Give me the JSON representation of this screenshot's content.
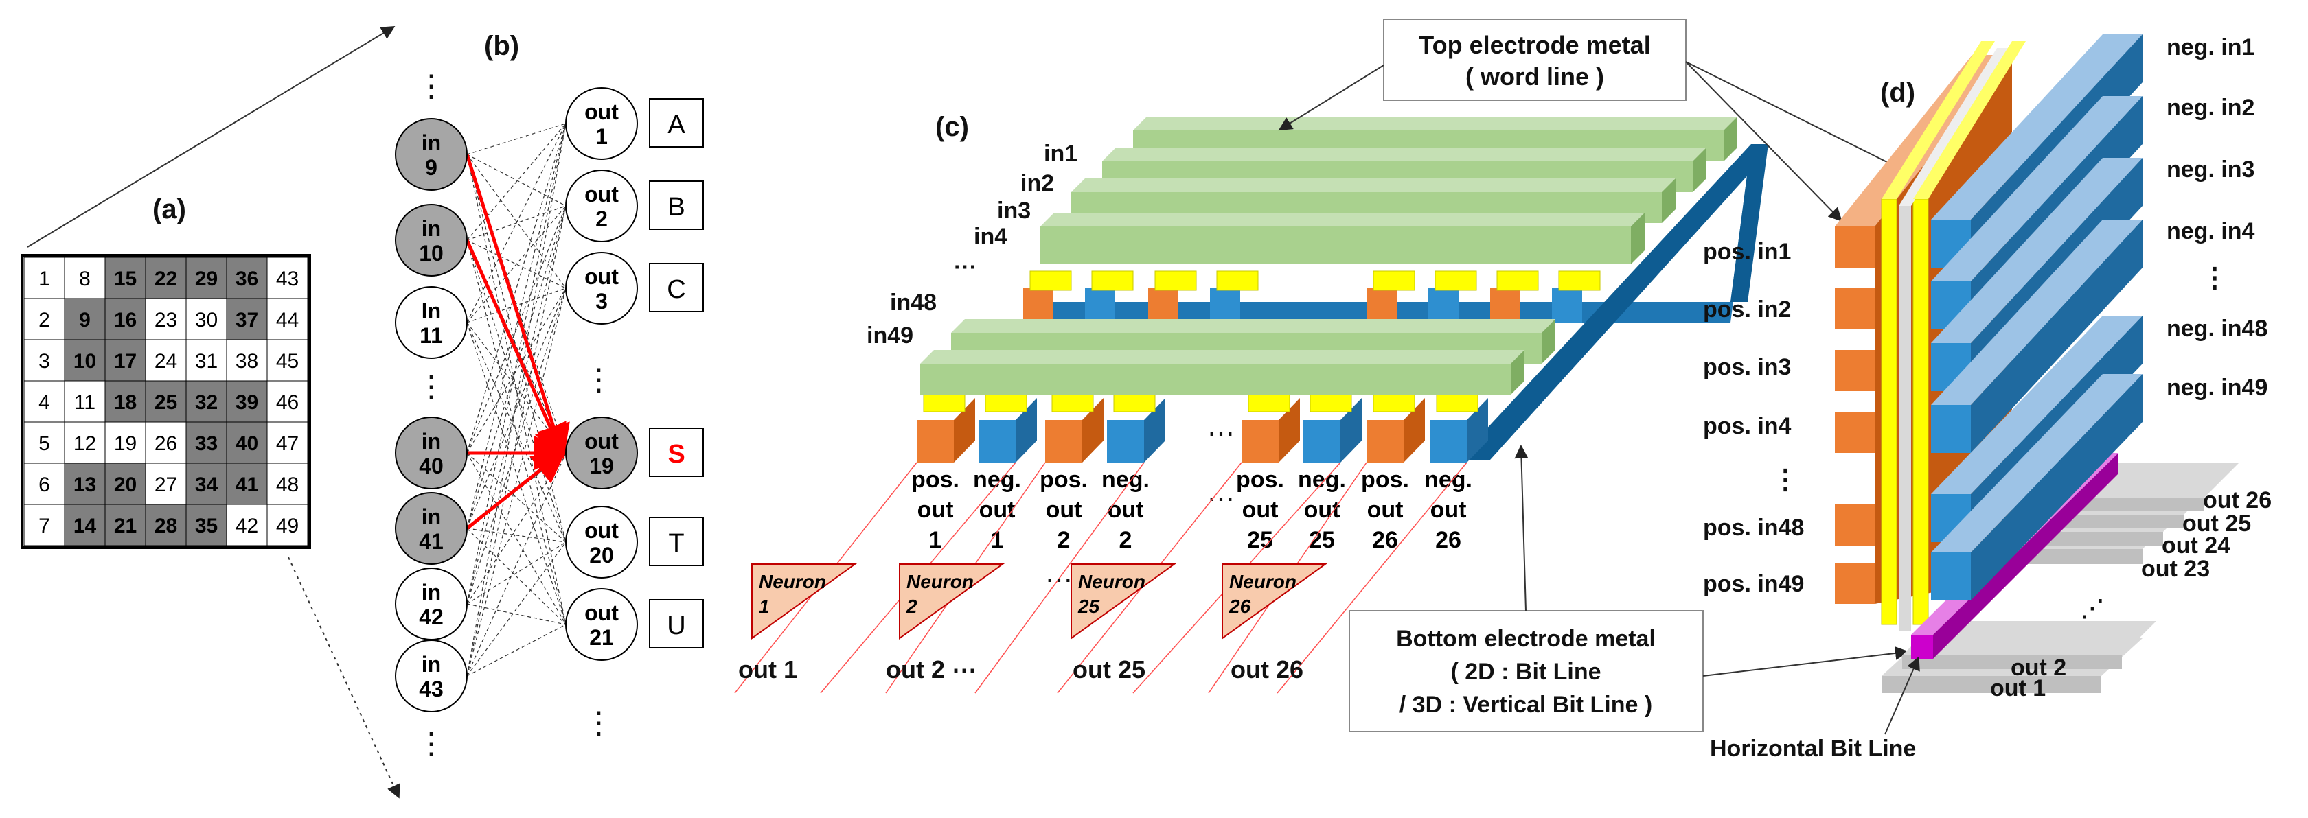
{
  "panels": {
    "a": "(a)",
    "b": "(b)",
    "c": "(c)",
    "d": "(d)"
  },
  "colors": {
    "orange": "#ED7D31",
    "blue": "#2E8FD0",
    "green": "#A9D18E",
    "yellow": "#FFFF00",
    "red": "#FF0000",
    "magenta": "#CC00CC",
    "gray": "#BFBFBF",
    "node_gray": "#A6A6A6"
  },
  "grid": {
    "rows": [
      [
        "1",
        "8",
        "15",
        "22",
        "29",
        "36",
        "43"
      ],
      [
        "2",
        "9",
        "16",
        "23",
        "30",
        "37",
        "44"
      ],
      [
        "3",
        "10",
        "17",
        "24",
        "31",
        "38",
        "45"
      ],
      [
        "4",
        "11",
        "18",
        "25",
        "32",
        "39",
        "46"
      ],
      [
        "5",
        "12",
        "19",
        "26",
        "33",
        "40",
        "47"
      ],
      [
        "6",
        "13",
        "20",
        "27",
        "34",
        "41",
        "48"
      ],
      [
        "7",
        "14",
        "21",
        "28",
        "35",
        "42",
        "49"
      ]
    ],
    "shaded": [
      [
        0,
        0,
        1,
        1,
        1,
        1,
        0
      ],
      [
        0,
        1,
        1,
        0,
        0,
        1,
        0
      ],
      [
        0,
        1,
        1,
        0,
        0,
        0,
        0
      ],
      [
        0,
        0,
        1,
        1,
        1,
        1,
        0
      ],
      [
        0,
        0,
        0,
        0,
        1,
        1,
        0
      ],
      [
        0,
        1,
        1,
        0,
        1,
        1,
        0
      ],
      [
        0,
        1,
        1,
        1,
        1,
        0,
        0
      ]
    ]
  },
  "network": {
    "inputs": [
      {
        "top": "in",
        "bottom": "9",
        "active": true
      },
      {
        "top": "in",
        "bottom": "10",
        "active": true
      },
      {
        "top": "In",
        "bottom": "11",
        "active": false
      },
      {
        "top": "in",
        "bottom": "40",
        "active": true
      },
      {
        "top": "in",
        "bottom": "41",
        "active": true
      },
      {
        "top": "in",
        "bottom": "42",
        "active": false
      },
      {
        "top": "in",
        "bottom": "43",
        "active": false
      }
    ],
    "outputs": [
      {
        "top": "out",
        "bottom": "1",
        "letter": "A",
        "active": false
      },
      {
        "top": "out",
        "bottom": "2",
        "letter": "B",
        "active": false
      },
      {
        "top": "out",
        "bottom": "3",
        "letter": "C",
        "active": false
      },
      {
        "top": "out",
        "bottom": "19",
        "letter": "S",
        "active": true
      },
      {
        "top": "out",
        "bottom": "20",
        "letter": "T",
        "active": false
      },
      {
        "top": "out",
        "bottom": "21",
        "letter": "U",
        "active": false
      }
    ],
    "ellipsis_v": "⋮"
  },
  "array2d": {
    "top_label_line1": "Top electrode metal",
    "top_label_line2": "( word line )",
    "word_lines": [
      "in1",
      "in2",
      "in3",
      "in4",
      "⋯",
      "in48",
      "in49"
    ],
    "bit_groups": [
      {
        "line1": "pos.",
        "line2": "out",
        "line3": "1"
      },
      {
        "line1": "neg.",
        "line2": "out",
        "line3": "1"
      },
      {
        "line1": "pos.",
        "line2": "out",
        "line3": "2"
      },
      {
        "line1": "neg.",
        "line2": "out",
        "line3": "2"
      },
      {
        "line1": "pos.",
        "line2": "out",
        "line3": "25"
      },
      {
        "line1": "neg.",
        "line2": "out",
        "line3": "25"
      },
      {
        "line1": "pos.",
        "line2": "out",
        "line3": "26"
      },
      {
        "line1": "neg.",
        "line2": "out",
        "line3": "26"
      }
    ],
    "ellipsis_h": "⋯",
    "neurons": [
      {
        "line1": "Neuron",
        "line2": "1"
      },
      {
        "line1": "Neuron",
        "line2": "2"
      },
      {
        "line1": "Neuron",
        "line2": "25"
      },
      {
        "line1": "Neuron",
        "line2": "26"
      }
    ],
    "outs": [
      "out 1",
      "out 2 ⋯",
      "out 25",
      "out 26"
    ],
    "bottom_label_line1": "Bottom electrode metal",
    "bottom_label_line2": "( 2D : Bit Line",
    "bottom_label_line3": "/ 3D : Vertical Bit Line )"
  },
  "array3d": {
    "pos_labels": [
      "pos. in1",
      "pos. in2",
      "pos. in3",
      "pos. in4",
      "⋮",
      "pos. in48",
      "pos. in49"
    ],
    "neg_labels": [
      "neg. in1",
      "neg. in2",
      "neg. in3",
      "neg. in4",
      "⋮",
      "neg. in48",
      "neg. in49"
    ],
    "out_labels": [
      "out 26",
      "out 25",
      "out 24",
      "out 23",
      "⋰",
      "out 2",
      "out 1"
    ],
    "horizontal_label": "Horizontal Bit Line"
  }
}
